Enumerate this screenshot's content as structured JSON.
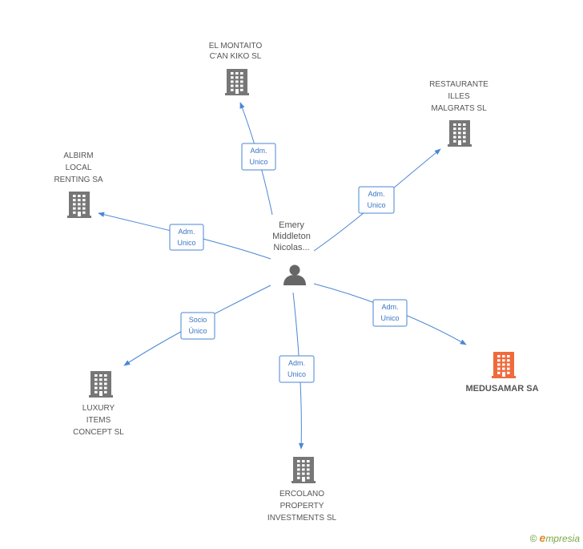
{
  "colors": {
    "edge": "#4a86d4",
    "building": "#777777",
    "focus_building": "#f06a3c",
    "text": "#555555"
  },
  "icons": {
    "company": "building-icon",
    "person": "person-icon",
    "copyright": "copyright-icon"
  },
  "center": {
    "lines": [
      "Emery",
      "Middleton",
      "Nicolas..."
    ]
  },
  "nodes": [
    {
      "lines": [
        "EL MONTAITO",
        "C'AN KIKO SL"
      ],
      "relation": [
        "Adm.",
        "Unico"
      ]
    },
    {
      "lines": [
        "RESTAURANTE",
        "ILLES",
        "MALGRATS SL"
      ],
      "relation": [
        "Adm.",
        "Unico"
      ]
    },
    {
      "lines": [
        "ALBIRM",
        "LOCAL",
        "RENTING SA"
      ],
      "relation": [
        "Adm.",
        "Unico"
      ]
    },
    {
      "lines": [
        "MEDUSAMAR SA"
      ],
      "relation": [
        "Adm.",
        "Unico"
      ],
      "focus": true
    },
    {
      "lines": [
        "LUXURY",
        "ITEMS",
        "CONCEPT SL"
      ],
      "relation": [
        "Socio",
        "Único"
      ]
    },
    {
      "lines": [
        "ERCOLANO",
        "PROPERTY",
        "INVESTMENTS SL"
      ],
      "relation": [
        "Adm.",
        "Unico"
      ]
    }
  ],
  "footer": {
    "copyright": "©",
    "brand_initial": "e",
    "brand_rest": "mpresia"
  }
}
